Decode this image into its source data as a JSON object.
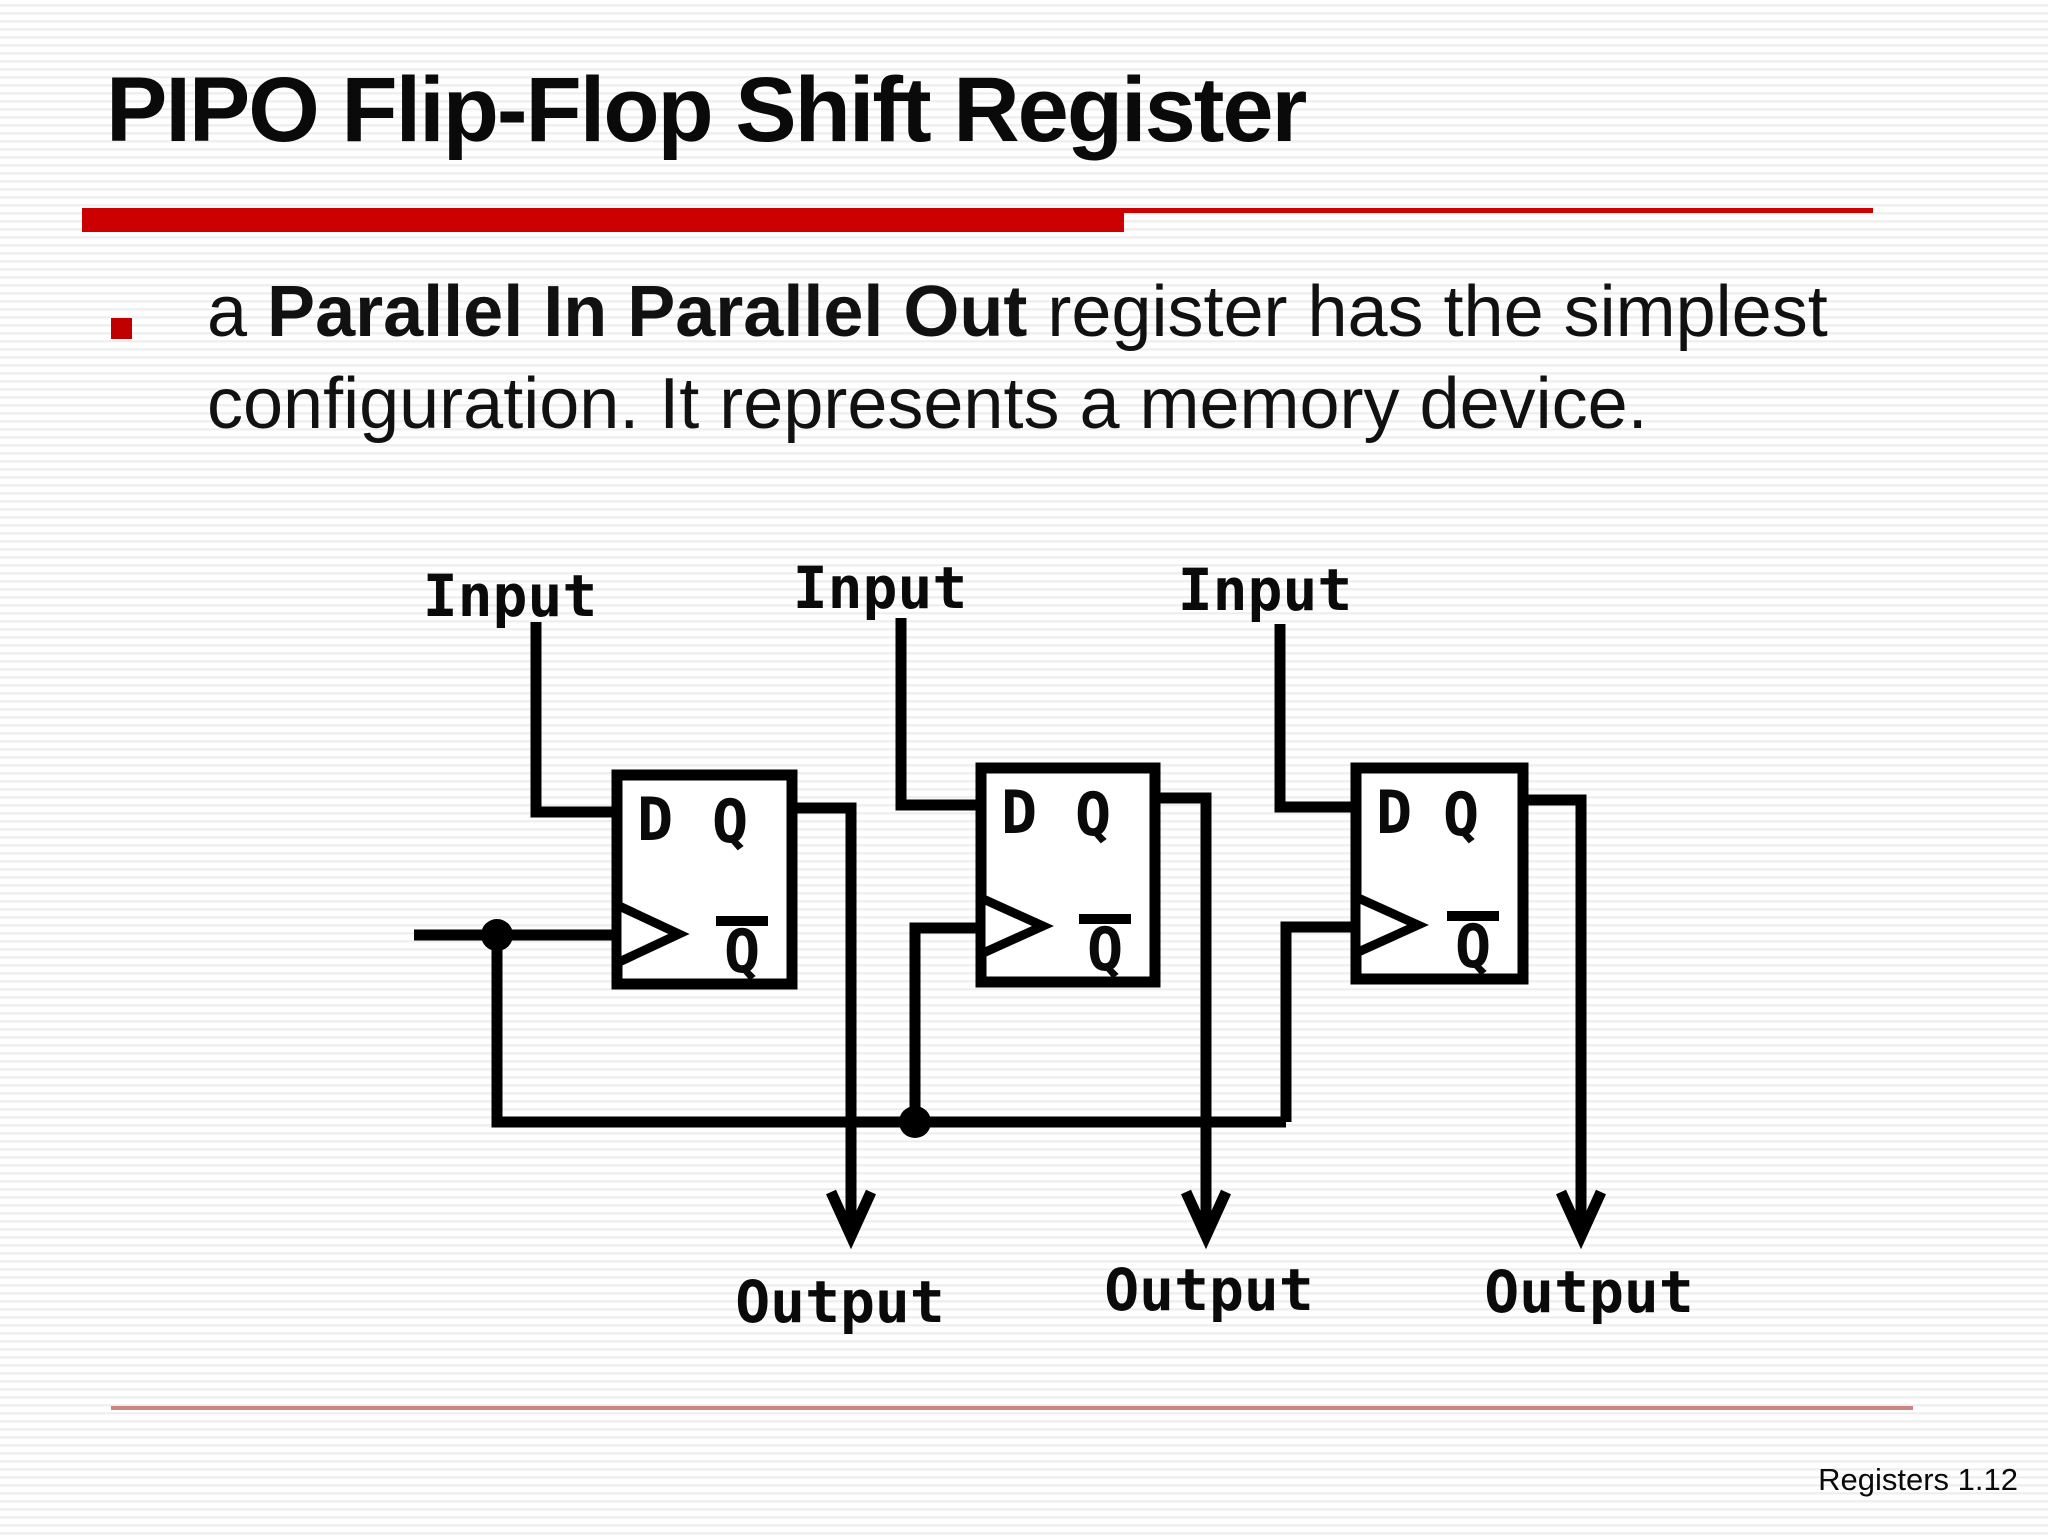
{
  "slide": {
    "title": "PIPO Flip-Flop Shift Register",
    "footer": "Registers 1.12"
  },
  "colors": {
    "title_rule": "#cc0000",
    "bullet_marker": "#c00000",
    "footer_rule": "#cc8484",
    "diagram_ink": "#000000"
  },
  "bullet": {
    "lead": "a ",
    "bold": "Parallel In Parallel Out",
    "line1_rest": " register has the simplest",
    "line2": "configuration. It represents a memory device."
  },
  "diagram": {
    "type": "circuit",
    "description": "Three D flip-flops in parallel sharing one clock line; each has its own Input into D and its own Output arrow from Q",
    "input_labels": [
      "Input",
      "Input",
      "Input"
    ],
    "output_labels": [
      "Output",
      "Output",
      "Output"
    ],
    "flip_flops": [
      {
        "d_label": "D",
        "q_label": "Q",
        "qbar_label": "Q"
      },
      {
        "d_label": "D",
        "q_label": "Q",
        "qbar_label": "Q"
      },
      {
        "d_label": "D",
        "q_label": "Q",
        "qbar_label": "Q"
      }
    ]
  }
}
